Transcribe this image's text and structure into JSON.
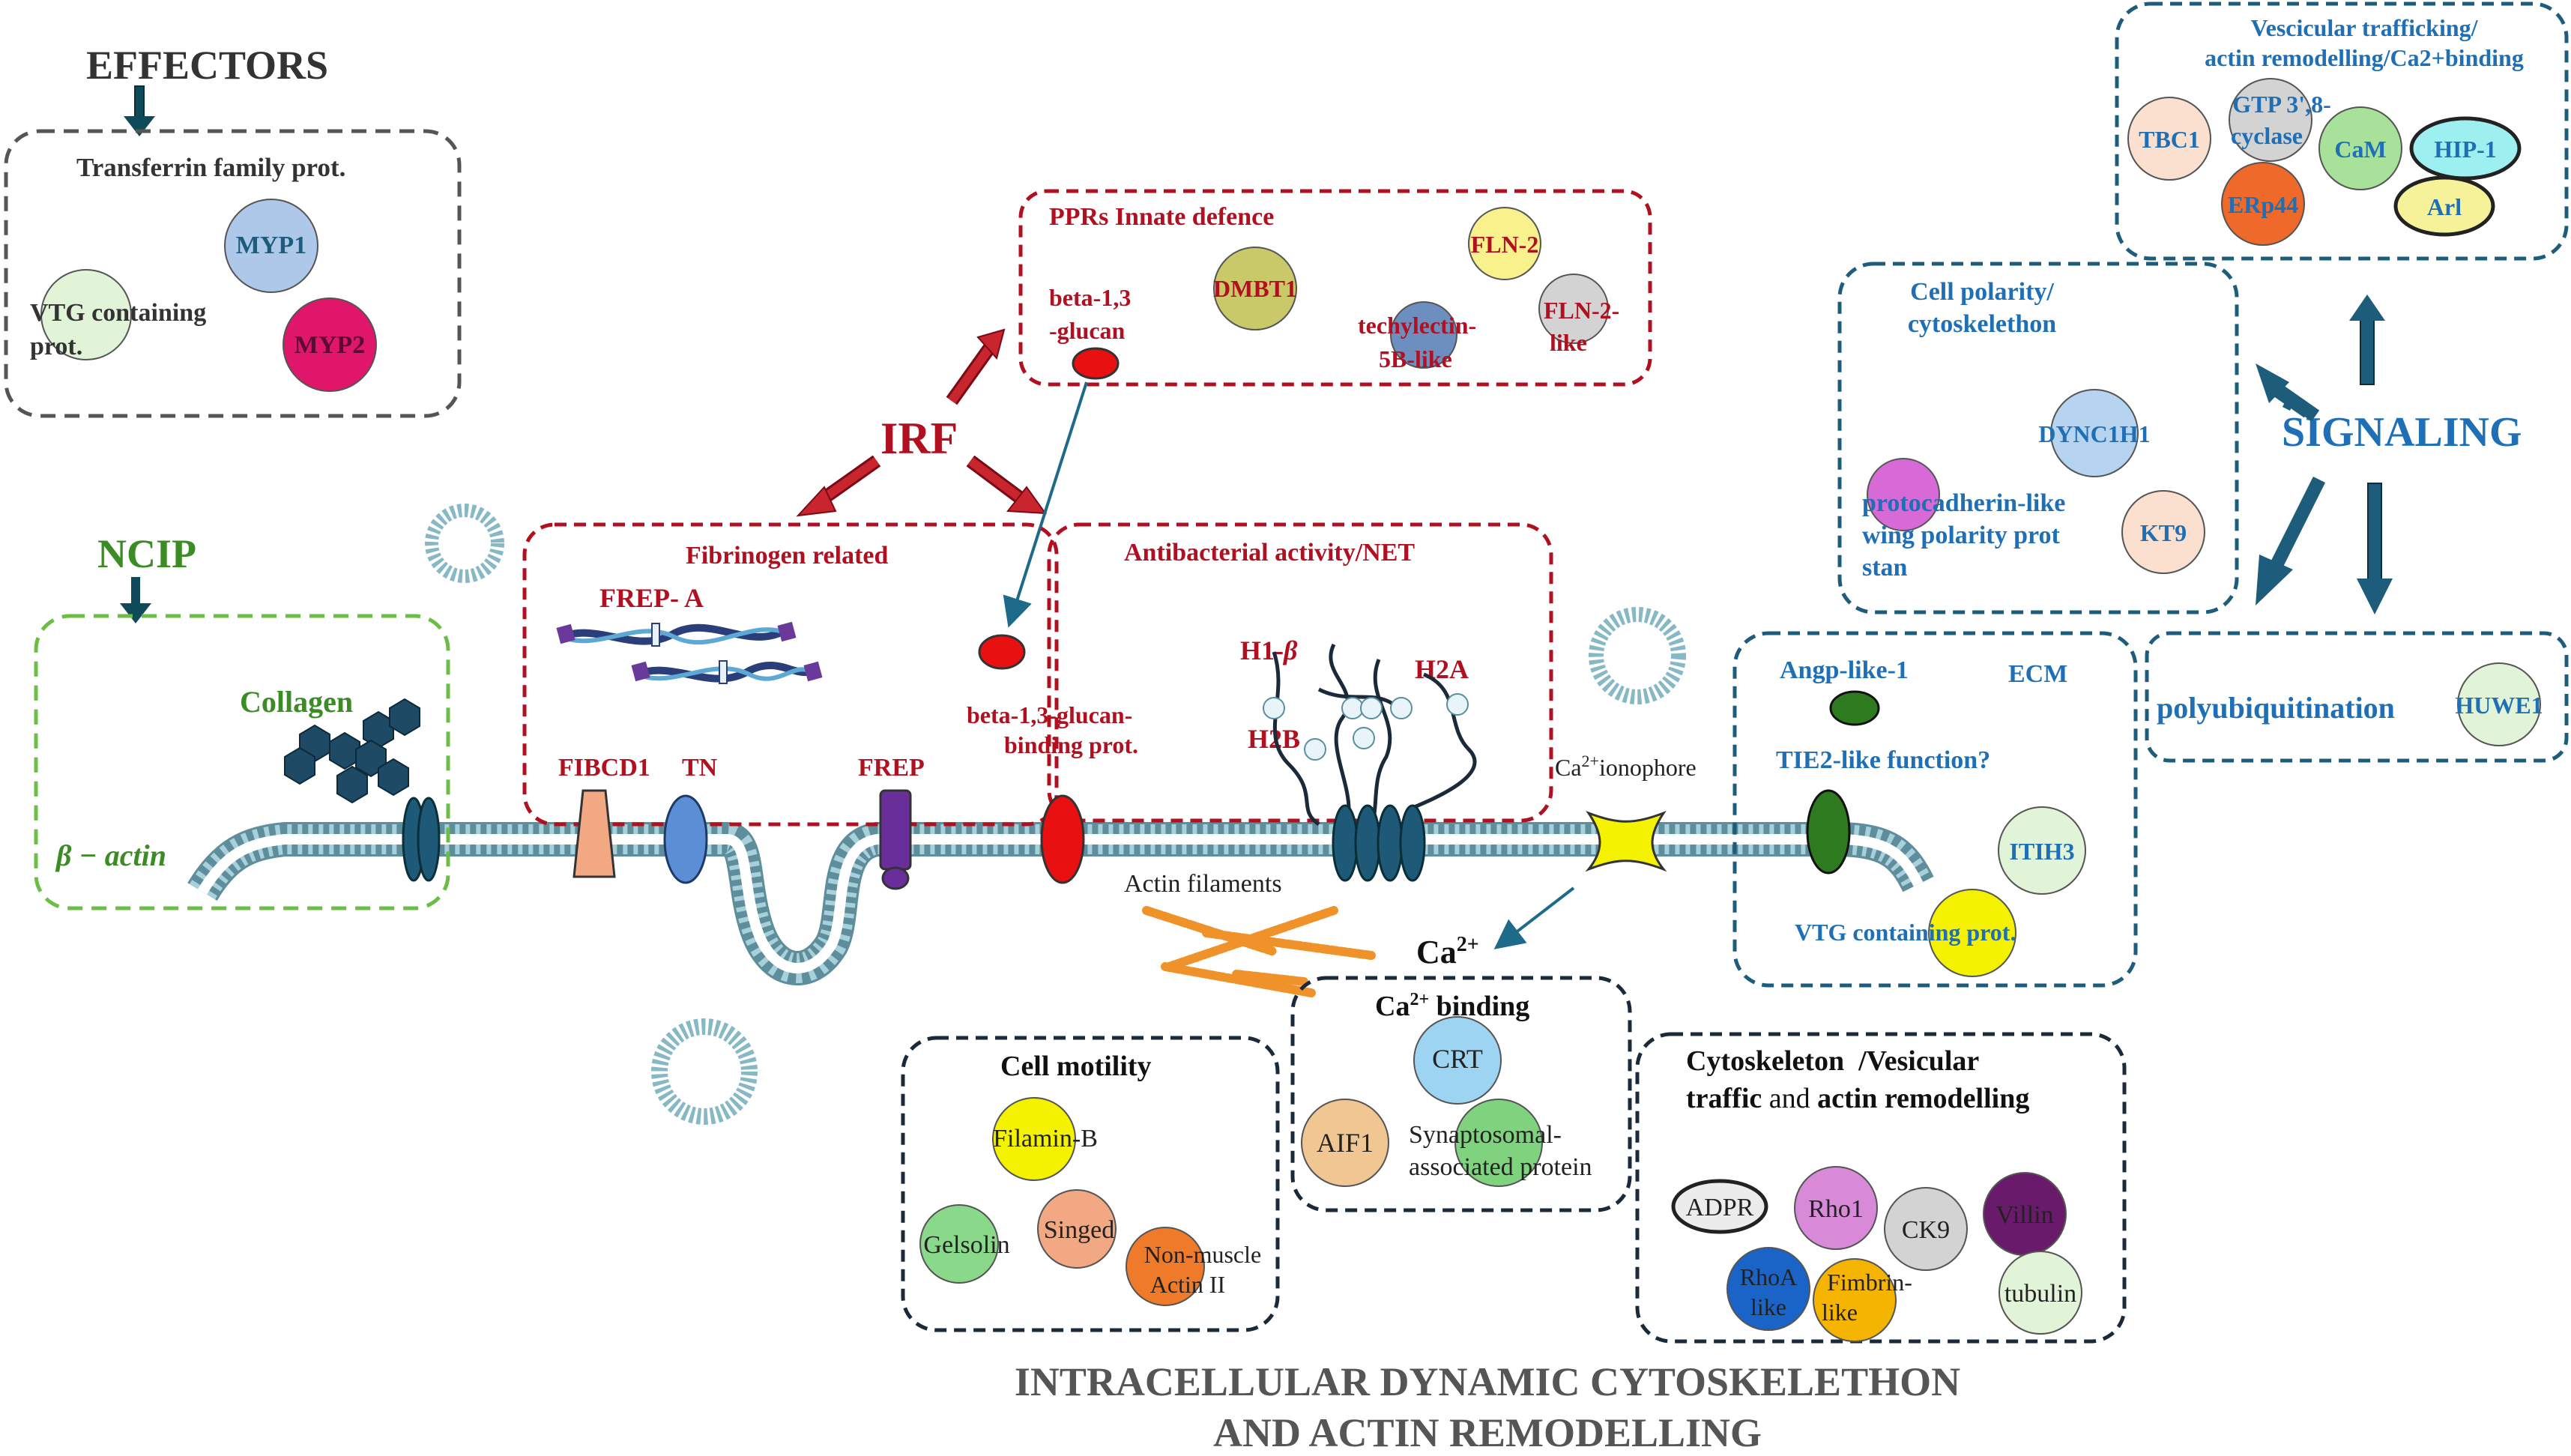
{
  "colors": {
    "red": "#b01020",
    "blue": "#1e6fb5",
    "green": "#3c8c25",
    "dark": "#333333",
    "teal": "#1d5c7a",
    "membrane": "#7fb3c1"
  },
  "effectors": {
    "title": "EFFECTORS",
    "box_title": "Transferrin family prot.",
    "myp1": "MYP1",
    "myp2": "MYP2",
    "vtg_line1": "VTG containing",
    "vtg_line2": "prot."
  },
  "ncip": {
    "title": "NCIP",
    "collagen": "Collagen",
    "actin": "β − actin"
  },
  "irf": {
    "title": "IRF"
  },
  "pprs": {
    "title": "PPRs Innate defence",
    "beta_line1": "beta-1,3",
    "beta_line2": "-glucan",
    "dmbt1": "DMBT1",
    "fln2": "FLN-2",
    "techylectin_line1": "techylectin-",
    "techylectin_line2": "5B-like",
    "fln2like_line1": "FLN-2-",
    "fln2like_line2": "like"
  },
  "fibrinogen": {
    "title": "Fibrinogen related",
    "frep_a": "FREP- A",
    "fibcd1": "FIBCD1",
    "tn": "TN",
    "frep": "FREP"
  },
  "antibacterial": {
    "title": "Antibacterial activity/NET",
    "beta_prot_line1": "beta-1,3-glucan-",
    "beta_prot_line2": "binding prot.",
    "h1_prefix": "H1-",
    "h1_greek": "β",
    "h2a": "H2A",
    "h2b": "H2B"
  },
  "membrane": {
    "actin_filaments": "Actin filaments",
    "ionophore_sup": "2+",
    "ionophore_pre": "Ca",
    "ionophore_post": "ionophore",
    "ca_label": "Ca",
    "ca_sup": "2+"
  },
  "ca_binding": {
    "title_pre": "Ca",
    "title_sup": "2+",
    "title_post": " binding",
    "crt": "CRT",
    "aif1": "AIF1",
    "synapt_line1": "Synaptosomal-",
    "synapt_line2": "associated protein"
  },
  "cell_motility": {
    "title": "Cell motility",
    "filamin": "Filamin-B",
    "gelsolin": "Gelsolin",
    "singed": "Singed",
    "nonmuscle_line1": "Non-muscle",
    "nonmuscle_line2": "Actin II"
  },
  "cytoskeleton": {
    "title_line1": "Cytoskeleton  /Vesicular",
    "title_line2_a": "traffic",
    "title_line2_b": " and ",
    "title_line2_c": "actin remodelling",
    "adpr": "ADPR",
    "rho1": "Rho1",
    "ck9": "CK9",
    "villin": "Villin",
    "rhoa_line1": "RhoA",
    "rhoa_line2": "like",
    "fimbrin_line1": "Fimbrin-",
    "fimbrin_line2": "like",
    "tubulin": "tubulin"
  },
  "vesicular": {
    "title_line1": "Vescicular trafficking/",
    "title_line2": "actin remodelling/Ca2+binding",
    "tbc1": "TBC1",
    "gtp_line1": "GTP 3',8-",
    "gtp_line2": "cyclase",
    "cam": "CaM",
    "hip1": "HIP-1",
    "erp44": "ERp44",
    "arl": "Arl"
  },
  "signaling": {
    "title": "SIGNALING"
  },
  "cell_polarity": {
    "title_line1": "Cell polarity/",
    "title_line2": "cytoskelethon",
    "dync1h1": "DYNC1H1",
    "proto_line1": "protocadherin-like",
    "proto_line2": "wing polarity prot",
    "proto_line3": "stan",
    "kt9": "KT9"
  },
  "ecm": {
    "angp": "Angp-like-1",
    "ecm": "ECM",
    "tie2": "TIE2-like function?",
    "itih3": "ITIH3",
    "vtg": "VTG containing prot."
  },
  "polyubiq": {
    "title": "polyubiquitination",
    "huwe1": "HUWE1"
  },
  "bottom": {
    "line1": "INTRACELLULAR DYNAMIC CYTOSKELETHON",
    "line2": "AND ACTIN REMODELLING"
  }
}
